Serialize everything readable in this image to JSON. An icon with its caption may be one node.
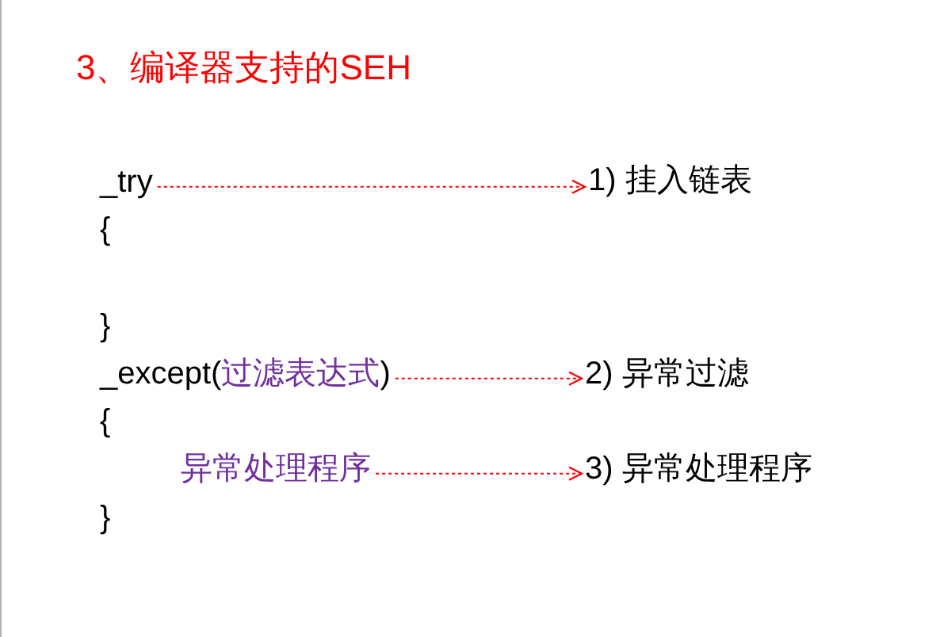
{
  "diagram": {
    "title": "3、编译器支持的SEH",
    "nodes": [
      {
        "text": [
          "_try"
        ]
      },
      {
        "text": [
          "1) 挂入链表"
        ]
      },
      {
        "text": [
          "_except(过滤表达式)"
        ]
      },
      {
        "text": [
          "2) 异常过滤"
        ]
      },
      {
        "text": [
          "异常处理程序"
        ]
      },
      {
        "text": [
          "3) 异常处理程序"
        ]
      }
    ],
    "edges": [
      {
        "from": 0,
        "to": 1,
        "arrow": "to",
        "style": "dashed",
        "color": "#ff0000"
      },
      {
        "from": 2,
        "to": 3,
        "arrow": "to",
        "style": "dashed",
        "color": "#ff0000"
      },
      {
        "from": 4,
        "to": 5,
        "arrow": "to",
        "style": "dashed",
        "color": "#ff0000"
      }
    ],
    "labels": [
      "{",
      "}",
      "{",
      "}"
    ]
  }
}
